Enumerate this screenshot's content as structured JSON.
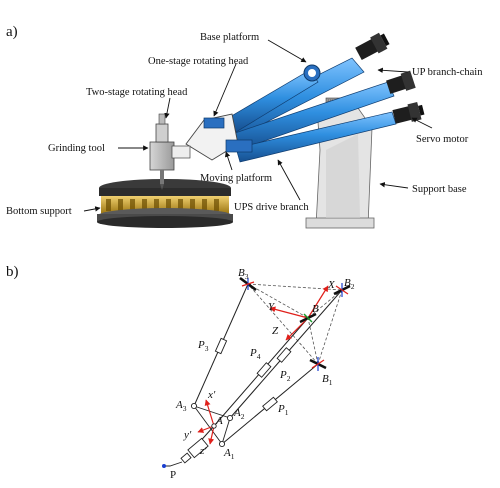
{
  "panel_a": {
    "label": "a)",
    "callouts": {
      "base_platform": "Base platform",
      "one_stage_head": "One-stage rotating head",
      "two_stage_head": "Two-stage rotating head",
      "up_branch_chain": "UP branch-chain",
      "grinding_tool": "Grinding tool",
      "servo_motor": "Servo motor",
      "moving_platform": "Moving platform",
      "bottom_support": "Bottom support",
      "ups_drive_branch": "UPS drive branch",
      "support_base": "Support base"
    }
  },
  "panel_b": {
    "label": "b)",
    "points": {
      "B3": {
        "base": "B",
        "sub": "3"
      },
      "B2": {
        "base": "B",
        "sub": "2"
      },
      "B1": {
        "base": "B",
        "sub": "1"
      },
      "B": {
        "base": "B",
        "sub": ""
      },
      "A3": {
        "base": "A",
        "sub": "3"
      },
      "A2": {
        "base": "A",
        "sub": "2"
      },
      "A1": {
        "base": "A",
        "sub": "1"
      },
      "A": {
        "base": "A",
        "sub": ""
      },
      "P": {
        "base": "P",
        "sub": ""
      }
    },
    "legs": {
      "P3": {
        "base": "P",
        "sub": "3"
      },
      "P4": {
        "base": "P",
        "sub": "4"
      },
      "P2": {
        "base": "P",
        "sub": "2"
      },
      "P1": {
        "base": "P",
        "sub": "1"
      }
    },
    "axes": {
      "X": "X",
      "Y": "Y",
      "Z": "Z",
      "x_prime": "x′",
      "y_prime": "y′",
      "z_prime": "z′"
    }
  },
  "colors": {
    "blue_leg": "#2f8fe0",
    "blue_dark": "#1b5fa8",
    "gold": "#c9a227",
    "red_axis": "#e0201b",
    "green_axis": "#1a9a2a",
    "point_blue": "#1a3fd0"
  }
}
